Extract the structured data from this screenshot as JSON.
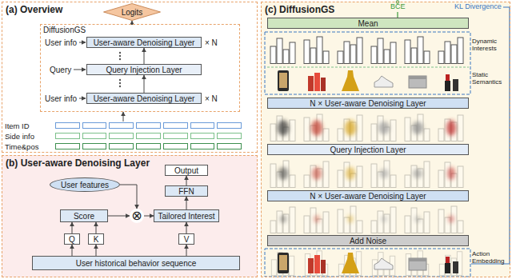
{
  "diagram": {
    "nodes": [
      {
        "text": [
          "(a) Overview"
        ]
      },
      {
        "text": [
          "Logits"
        ],
        "in": 0
      },
      {
        "text": [
          "DiffusionGS"
        ],
        "in": 0
      },
      {
        "text": [
          "User-aware Denoising Layer"
        ],
        "in": 2
      },
      {
        "text": [
          "Query Injection Layer"
        ],
        "in": 2
      },
      {
        "text": [
          "User-aware Denoising Layer"
        ],
        "in": 2
      },
      {
        "text": [
          "Item ID"
        ],
        "in": 0
      },
      {
        "text": [
          "Side info"
        ],
        "in": 0
      },
      {
        "text": [
          "Time&pos"
        ],
        "in": 0
      },
      {
        "text": [
          "(b) User-aware Denoising Layer"
        ]
      },
      {
        "text": [
          "User features"
        ],
        "in": 9
      },
      {
        "text": [
          "Output"
        ],
        "in": 9
      },
      {
        "text": [
          "FFN"
        ],
        "in": 9
      },
      {
        "text": [
          "Score"
        ],
        "in": 9
      },
      {
        "text": [
          "⊗"
        ],
        "in": 9
      },
      {
        "text": [
          "Tailored Interest"
        ],
        "in": 9
      },
      {
        "text": [
          "Q"
        ],
        "in": 9
      },
      {
        "text": [
          "K"
        ],
        "in": 9
      },
      {
        "text": [
          "V"
        ],
        "in": 9
      },
      {
        "text": [
          "User historical behavior sequence"
        ],
        "in": 9
      },
      {
        "text": [
          "(c) DiffusionGS"
        ]
      },
      {
        "text": [
          "Mean"
        ],
        "in": 20
      },
      {
        "text": [
          "N × User-aware Denoising Layer"
        ],
        "in": 20
      },
      {
        "text": [
          "Query Injection Layer"
        ],
        "in": 20
      },
      {
        "text": [
          "N × User-aware Denoising Layer"
        ],
        "in": 20
      },
      {
        "text": [
          "Add Noise"
        ],
        "in": 20
      }
    ],
    "edges": [
      {
        "from": 2,
        "to": 1,
        "arrow": "to"
      },
      {
        "from": 4,
        "to": 3,
        "arrow": "to"
      },
      {
        "from": 5,
        "to": 4,
        "arrow": "to"
      },
      {
        "from": 6,
        "to": 2,
        "arrow": "to"
      },
      {
        "from": 19,
        "to": 16,
        "arrow": "to"
      },
      {
        "from": 19,
        "to": 17,
        "arrow": "to"
      },
      {
        "from": 19,
        "to": 18,
        "arrow": "to"
      },
      {
        "from": 16,
        "to": 13,
        "arrow": "to"
      },
      {
        "from": 17,
        "to": 13,
        "arrow": "to"
      },
      {
        "from": 13,
        "to": 14,
        "arrow": "to"
      },
      {
        "from": 10,
        "to": 14,
        "arrow": "to"
      },
      {
        "from": 18,
        "to": 15,
        "arrow": "to"
      },
      {
        "from": 14,
        "to": 15,
        "arrow": "to"
      },
      {
        "from": 15,
        "to": 12,
        "arrow": "to"
      },
      {
        "from": 12,
        "to": 11,
        "arrow": "to"
      }
    ],
    "labels": [
      "User info",
      "× N",
      "Query",
      "User info",
      "× N",
      "BCE",
      "KL Divergence",
      "Dynamic Interests",
      "Static Semantics",
      "Action Embedding"
    ]
  }
}
